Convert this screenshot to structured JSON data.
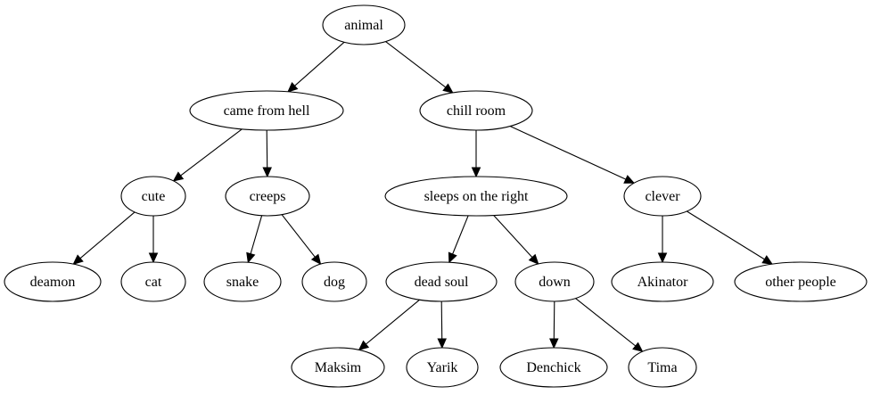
{
  "nodes": {
    "animal": "animal",
    "came_from_hell": "came from hell",
    "chill_room": "chill room",
    "cute": "cute",
    "creeps": "creeps",
    "sleeps_on_the_right": "sleeps on the right",
    "clever": "clever",
    "deamon": "deamon",
    "cat": "cat",
    "snake": "snake",
    "dog": "dog",
    "dead_soul": "dead soul",
    "down": "down",
    "akinator": "Akinator",
    "other_people": "other people",
    "maksim": "Maksim",
    "yarik": "Yarik",
    "denchick": "Denchick",
    "tima": "Tima"
  },
  "edges": [
    [
      "animal",
      "came_from_hell"
    ],
    [
      "animal",
      "chill_room"
    ],
    [
      "came_from_hell",
      "cute"
    ],
    [
      "came_from_hell",
      "creeps"
    ],
    [
      "chill_room",
      "sleeps_on_the_right"
    ],
    [
      "chill_room",
      "clever"
    ],
    [
      "cute",
      "deamon"
    ],
    [
      "cute",
      "cat"
    ],
    [
      "creeps",
      "snake"
    ],
    [
      "creeps",
      "dog"
    ],
    [
      "sleeps_on_the_right",
      "dead_soul"
    ],
    [
      "sleeps_on_the_right",
      "down"
    ],
    [
      "clever",
      "akinator"
    ],
    [
      "clever",
      "other_people"
    ],
    [
      "dead_soul",
      "maksim"
    ],
    [
      "dead_soul",
      "yarik"
    ],
    [
      "down",
      "denchick"
    ],
    [
      "down",
      "tima"
    ]
  ]
}
